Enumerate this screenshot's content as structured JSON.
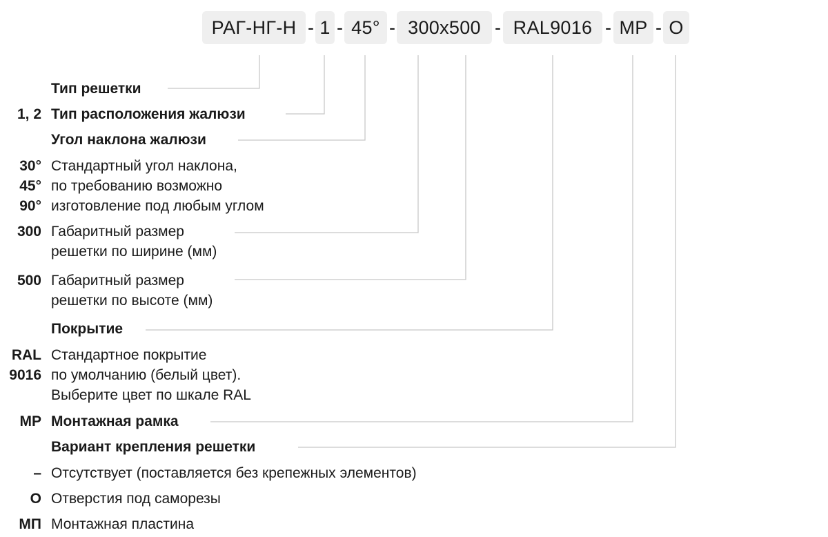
{
  "code": {
    "type": "РАГ-НГ-Н",
    "layout": "1",
    "angle": "45°",
    "size": "300х500",
    "color": "RAL9016",
    "frame": "МР",
    "mount": "О",
    "separator": "-"
  },
  "legend": {
    "type_title": "Тип решетки",
    "layout_key": "1, 2",
    "layout_title": "Тип расположения жалюзи",
    "angle_title": "Угол наклона жалюзи",
    "angle_key_1": "30°",
    "angle_key_2": "45°",
    "angle_key_3": "90°",
    "angle_desc_1": "Стандартный угол наклона,",
    "angle_desc_2": "по требованию возможно",
    "angle_desc_3": "изготовление под любым углом",
    "width_key": "300",
    "width_desc_1": "Габаритный размер",
    "width_desc_2": "решетки по ширине (мм)",
    "height_key": "500",
    "height_desc_1": "Габаритный размер",
    "height_desc_2": "решетки по высоте (мм)",
    "coating_title": "Покрытие",
    "coating_key_1": "RAL",
    "coating_key_2": "9016",
    "coating_desc_1": "Стандартное покрытие",
    "coating_desc_2": "по умолчанию (белый цвет).",
    "coating_desc_3": "Выберите цвет по шкале RAL",
    "frame_key": "МР",
    "frame_title": "Монтажная рамка",
    "mount_title": "Вариант крепления решетки",
    "mount_key_1": "–",
    "mount_desc_1": "Отсутствует (поставляется без крепежных элементов)",
    "mount_key_2": "О",
    "mount_desc_2": "Отверстия под саморезы",
    "mount_key_3": "МП",
    "mount_desc_3": "Монтажная пластина"
  },
  "colors": {
    "box_fill": "#efefef",
    "leader_line": "#c8c8c8",
    "text": "#1a1a1a"
  }
}
